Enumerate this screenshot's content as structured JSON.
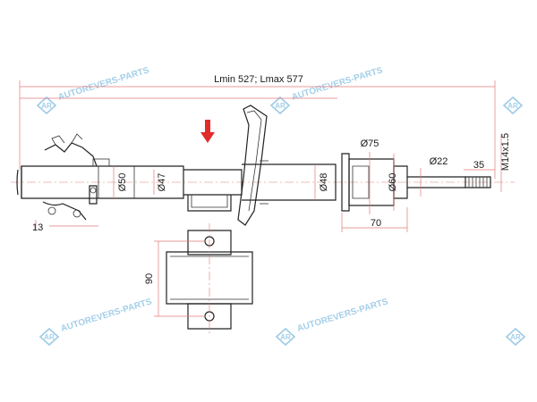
{
  "dimensions": {
    "length": "Lmin 527; Lmax 577",
    "d50": "Ø50",
    "d47": "Ø47",
    "d48": "Ø48",
    "d75": "Ø75",
    "d60": "Ø60",
    "d22": "Ø22",
    "thread_len": "35",
    "thread": "M14x1.5",
    "mount_len": "70",
    "bracket_height": "90",
    "bracket_offset": "13"
  },
  "watermark": {
    "text": "AUTOREVERS-PARTS",
    "logo_text": "AR"
  },
  "colors": {
    "arrow": "#e32b2b",
    "dimension_lines": "#e27a7a",
    "watermark": "#5aa8d8"
  }
}
